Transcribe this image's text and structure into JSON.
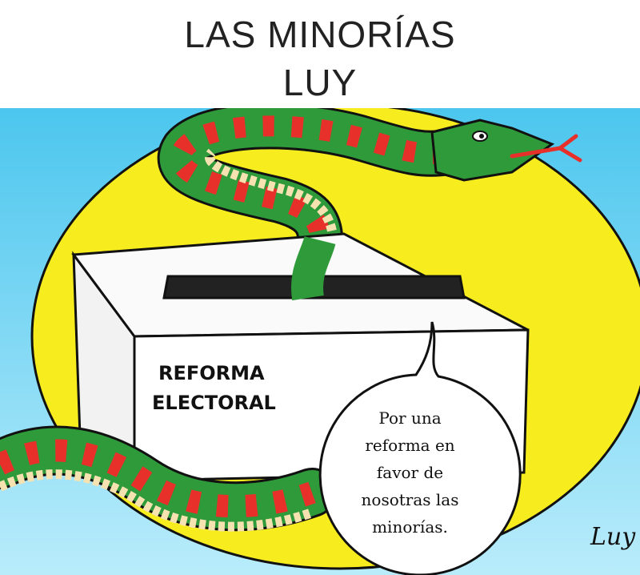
{
  "header": {
    "title": "LAS MINORÍAS",
    "author": "LUY"
  },
  "cartoon": {
    "box_label_line1": "REFORMA",
    "box_label_line2": "ELECTORAL",
    "speech_lines": [
      "Por una",
      "reforma en",
      "favor de",
      "nosotras las",
      "minorías."
    ],
    "signature": "Luy",
    "colors": {
      "sky": "#5ccdf0",
      "sun": "#f7ec1e",
      "snake_green": "#2e9a3a",
      "snake_red": "#e8302a",
      "belly": "#f6e2b0"
    }
  }
}
